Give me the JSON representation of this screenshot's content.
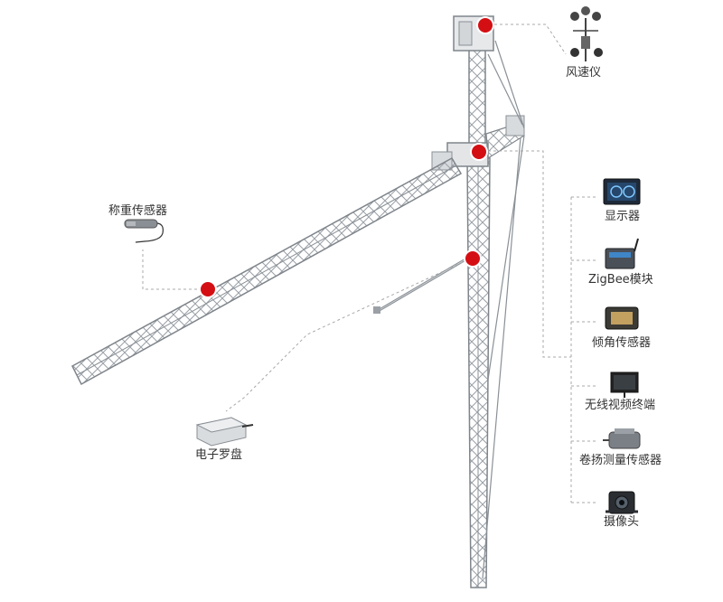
{
  "labels": {
    "anemometer": "风速仪",
    "weighing_sensor": "称重传感器",
    "electronic_compass": "电子罗盘",
    "display": "显示器",
    "zigbee_module": "ZigBee模块",
    "tilt_sensor": "倾角传感器",
    "wireless_video_terminal": "无线视频终端",
    "hoist_measure_sensor": "卷扬测量传感器",
    "camera": "摄像头"
  },
  "colors": {
    "structure": "#8a9096",
    "marker": "#d40f14",
    "leader": "#a8a8a8"
  }
}
